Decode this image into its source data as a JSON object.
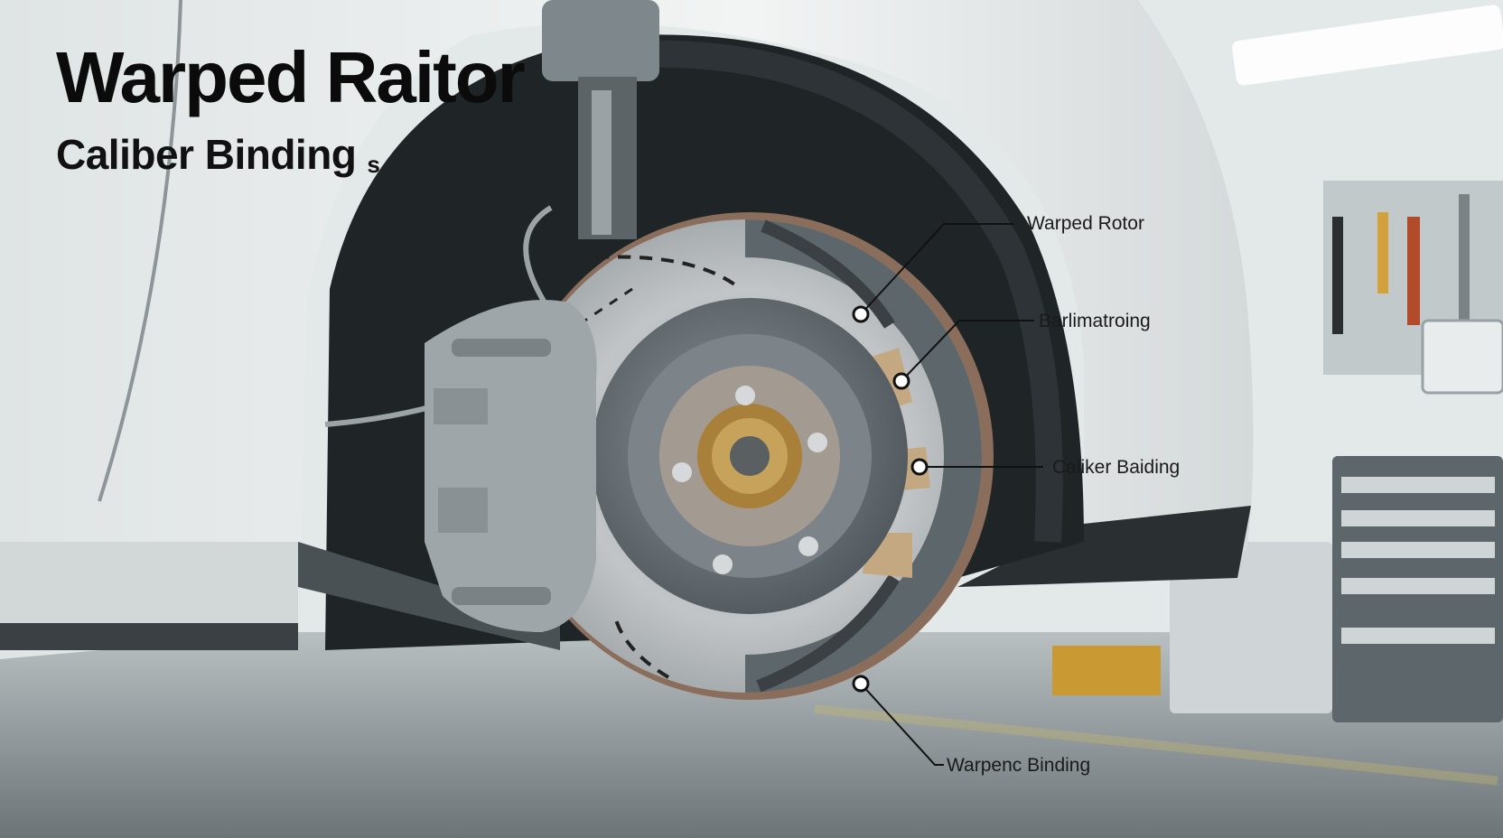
{
  "headline": {
    "title": "Warped Raitor",
    "subtitle": "Caliber Binding",
    "subtitle_suffix": "s"
  },
  "callouts": [
    {
      "label": "Warped Rotor"
    },
    {
      "label": "Barlimatroing"
    },
    {
      "label": "Caliker Baiding"
    },
    {
      "label": "Warpenc Binding"
    }
  ],
  "colors": {
    "car_body": "#e9eded",
    "wheel_well": "#202526",
    "rotor": "#b4b8ba",
    "hub": "#6e767b",
    "caliper": "#9fa6aa",
    "brake_pad": "#c4a882",
    "bearing": "#a8803a",
    "text": "#0b0b0b"
  }
}
